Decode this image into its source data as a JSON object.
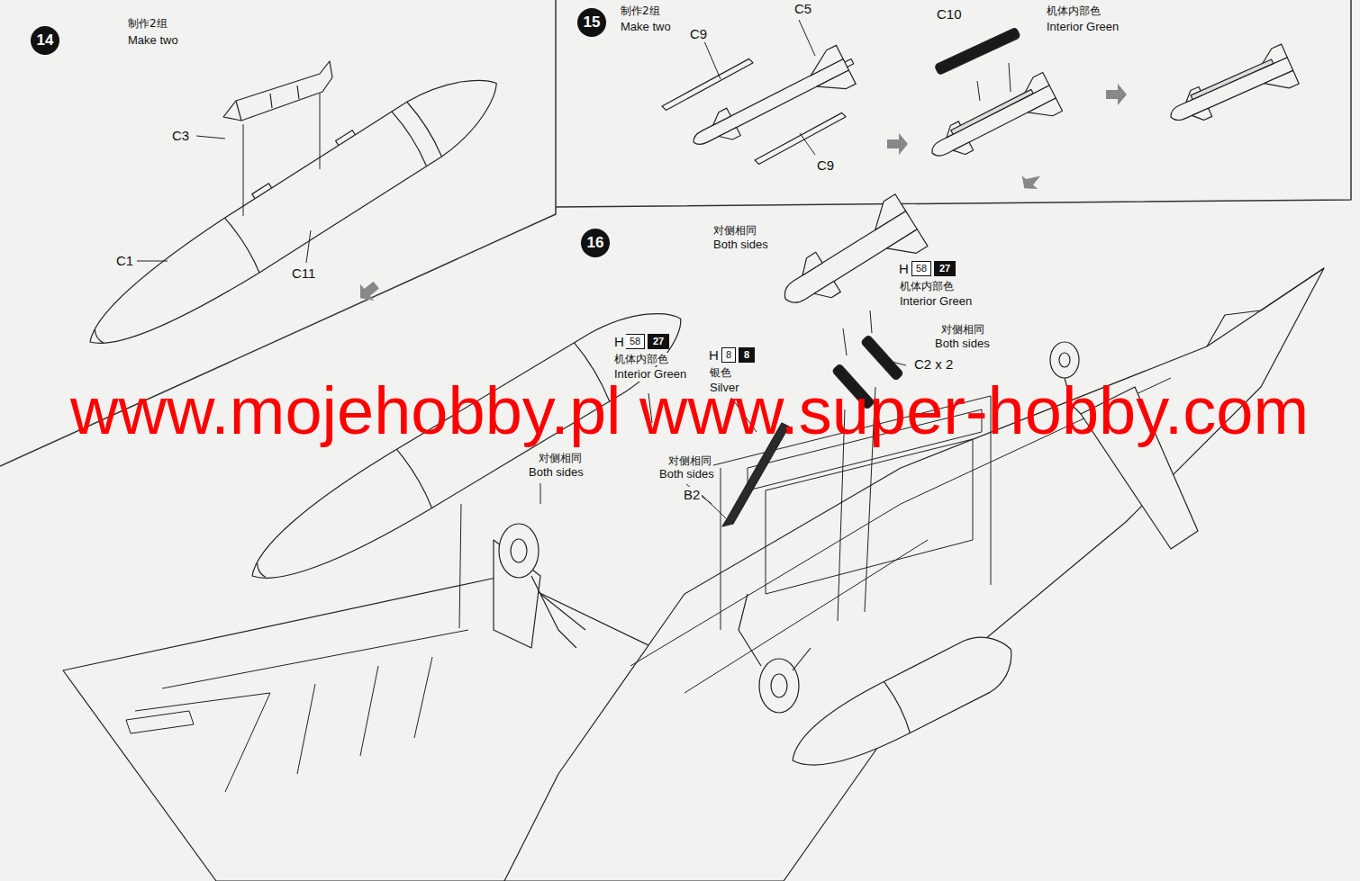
{
  "diagram": {
    "nodes": [
      {
        "text": [
          "14"
        ]
      },
      {
        "text": [
          "15"
        ]
      },
      {
        "text": [
          "16"
        ]
      },
      {
        "text": [
          "58"
        ]
      },
      {
        "text": [
          "27"
        ]
      },
      {
        "text": [
          "8"
        ]
      },
      {
        "text": [
          "8"
        ]
      },
      {
        "text": [
          "58"
        ]
      },
      {
        "text": [
          "27"
        ]
      }
    ],
    "edges": [],
    "labels": [
      "制作2组",
      "Make two",
      "C3",
      "C1",
      "C11",
      "制作2组",
      "Make two",
      "C9",
      "C5",
      "C10",
      "机体内部色",
      "Interior Green",
      "C9",
      "对侧相同",
      "Both sides",
      "H",
      "机体内部色",
      "Interior Green",
      "对侧相同",
      "Both sides",
      "C2 x 2",
      "H",
      "银色",
      "Silver",
      "H",
      "机体内部色",
      "Interior Green",
      "对侧相同",
      "Both sides",
      "对侧相同",
      "Both sides",
      "B2",
      "www.mojehobby.pl www.super-hobby.com"
    ]
  }
}
